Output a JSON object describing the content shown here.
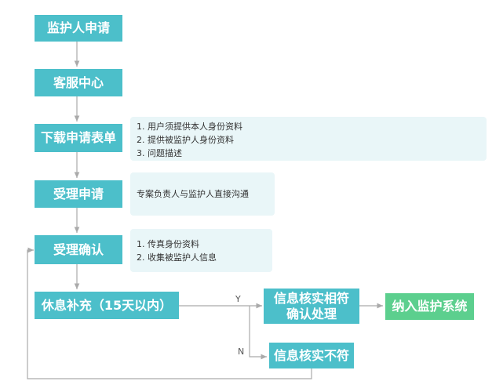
{
  "nodes": {
    "apply": "监护人申请",
    "service": "客服中心",
    "download": "下载申请表单",
    "accept": "受理申请",
    "confirm": "受理确认",
    "supplement": "休息补充（15天以内）",
    "verified_line1": "信息核实相符",
    "verified_line2": "确认处理",
    "system": "纳入监护系统",
    "mismatch": "信息核实不符"
  },
  "notes": {
    "download": [
      "1. 用户须提供本人身份资料",
      "2. 提供被监护人身份资料",
      "3. 问题描述"
    ],
    "accept": [
      "专案负责人与监护人直接沟通"
    ],
    "confirm": [
      "1. 传真身份资料",
      "2. 收集被监护人信息"
    ]
  },
  "labels": {
    "yes": "Y",
    "no": "N"
  },
  "colors": {
    "node": "#4cbfca",
    "success": "#5ccf8e",
    "note_bg": "#e9f6f8",
    "connector": "#aaaaaa"
  }
}
